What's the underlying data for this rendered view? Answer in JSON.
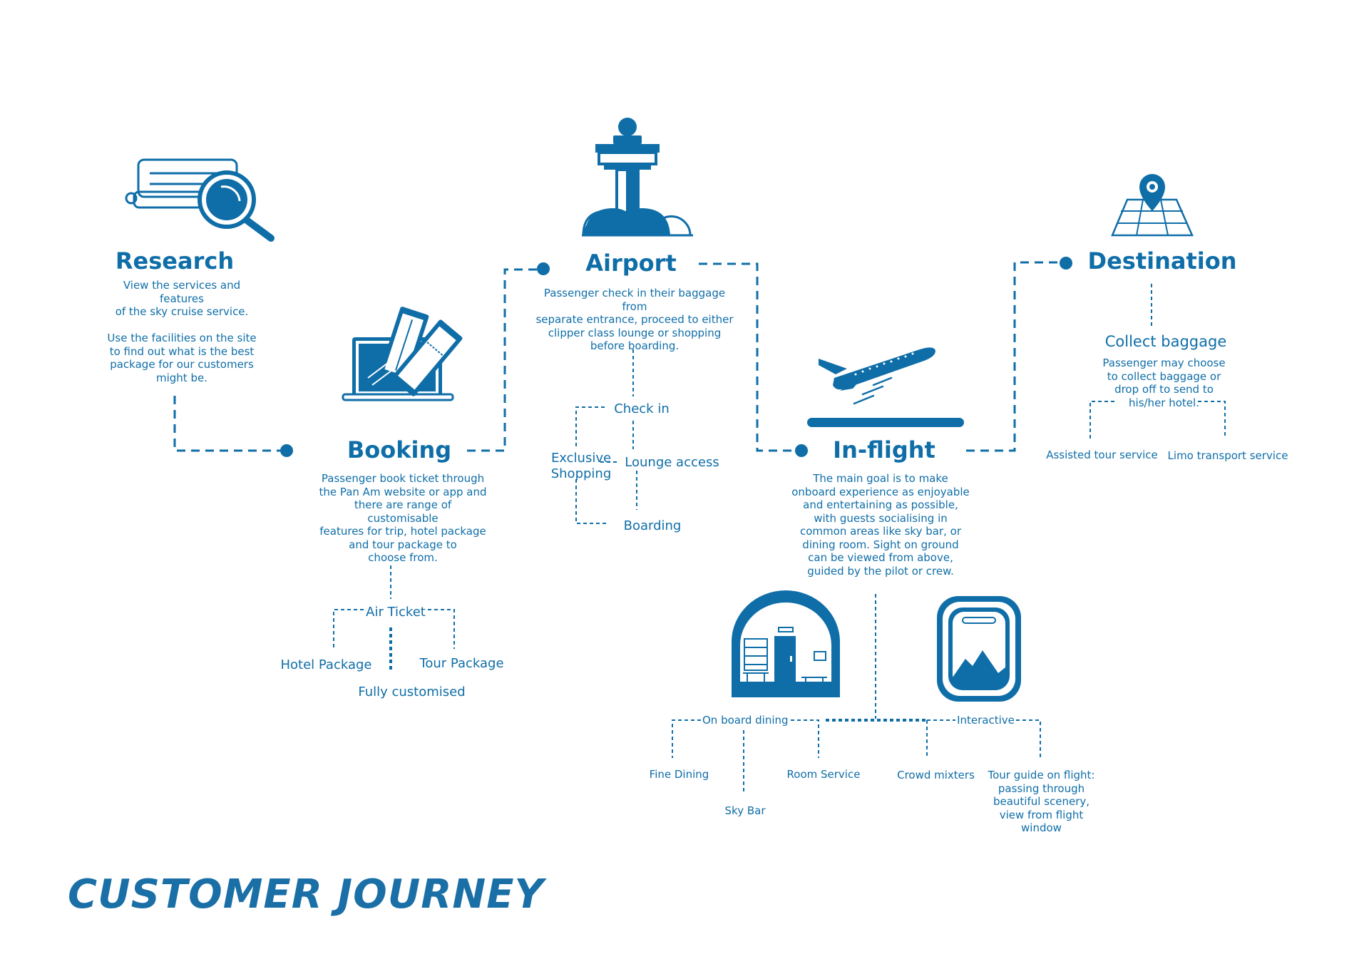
{
  "title": "CUSTOMER JOURNEY",
  "colors": {
    "primary": "#0f6ea8",
    "title": "#1a6fa6",
    "background": "#ffffff"
  },
  "stages": {
    "research": {
      "title": "Research",
      "description": "View the services and features\nof the sky cruise service.\n\nUse the facilities on the site\nto find out what is the best\npackage for our customers\nmight be.",
      "icon": "magnifier-search-icon"
    },
    "booking": {
      "title": "Booking",
      "description": "Passenger book ticket through\nthe Pan Am website or app and\nthere are range of customisable\nfeatures for trip, hotel package\nand tour package to\nchoose from.",
      "icon": "laptop-ticket-icon",
      "options": {
        "air_ticket": "Air Ticket",
        "hotel_package": "Hotel Package",
        "tour_package": "Tour Package",
        "fully_customised": "Fully customised"
      }
    },
    "airport": {
      "title": "Airport",
      "description": "Passenger check in their baggage from\nseparate entrance, proceed to either\nclipper class lounge or shopping\nbefore boarding.",
      "icon": "control-tower-icon",
      "steps": {
        "check_in": "Check in",
        "exclusive_shopping": "Exclusive\nShopping",
        "lounge_access": "Lounge access",
        "boarding": "Boarding"
      }
    },
    "inflight": {
      "title": "In-flight",
      "description": "The main goal is to make\nonboard experience as enjoyable\nand entertaining as possible,\nwith guests socialising in\ncommon areas like sky bar, or\ndining room. Sight on ground\ncan be viewed from above,\nguided by the pilot or crew.",
      "icon": "airplane-takeoff-icon",
      "branches": {
        "on_board_dining": "On board dining",
        "interactive": "Interactive",
        "fine_dining": "Fine Dining",
        "sky_bar": "Sky Bar",
        "room_service": "Room Service",
        "crowd_mixters": "Crowd mixters",
        "tour_guide": "Tour guide on flight:\npassing through\nbeautiful scenery,\nview from flight\nwindow"
      }
    },
    "destination": {
      "title": "Destination",
      "icon": "map-pin-icon",
      "collect_baggage": "Collect baggage",
      "description": "Passenger may choose\nto collect baggage or\ndrop off to send to\nhis/her hotel.",
      "options": {
        "assisted_tour": "Assisted tour service",
        "limo_transport": "Limo transport service"
      }
    }
  }
}
